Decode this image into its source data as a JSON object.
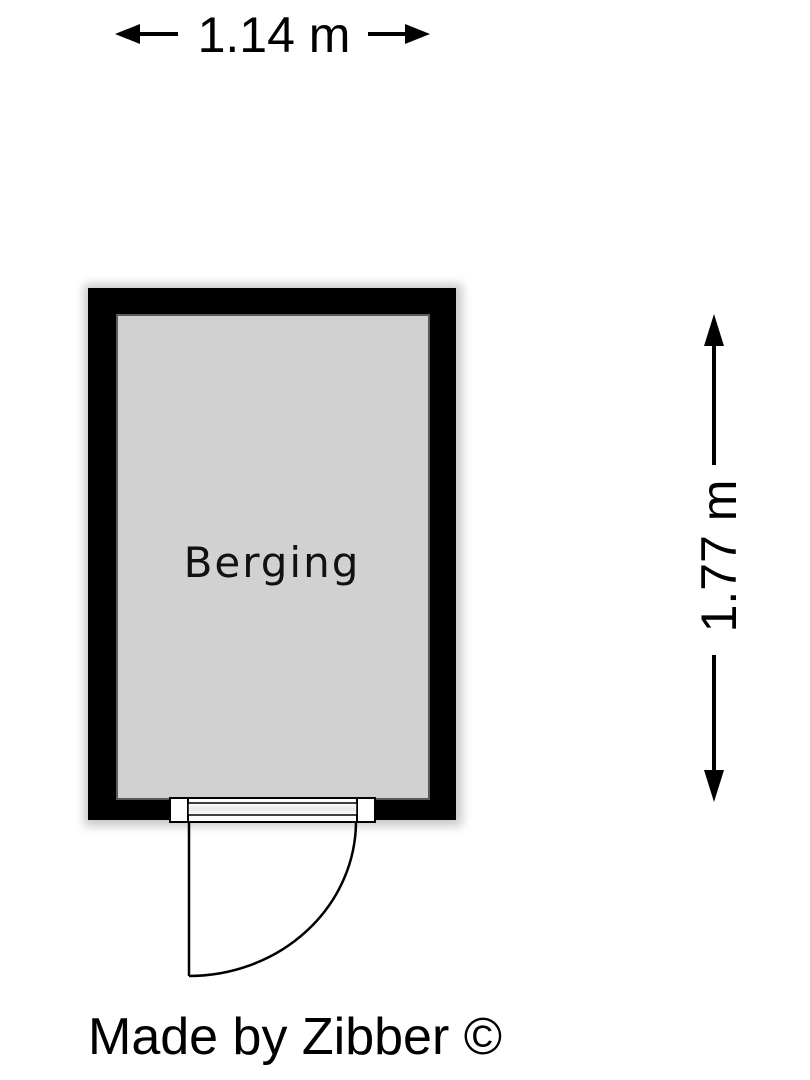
{
  "dimensions": {
    "width_label": "1.14 m",
    "height_label": "1.77 m"
  },
  "room": {
    "name": "Berging"
  },
  "credit": "Made by Zibber ©",
  "colors": {
    "wall": "#000000",
    "floor": "#d1d1d1",
    "line": "#000000",
    "background": "#ffffff"
  }
}
